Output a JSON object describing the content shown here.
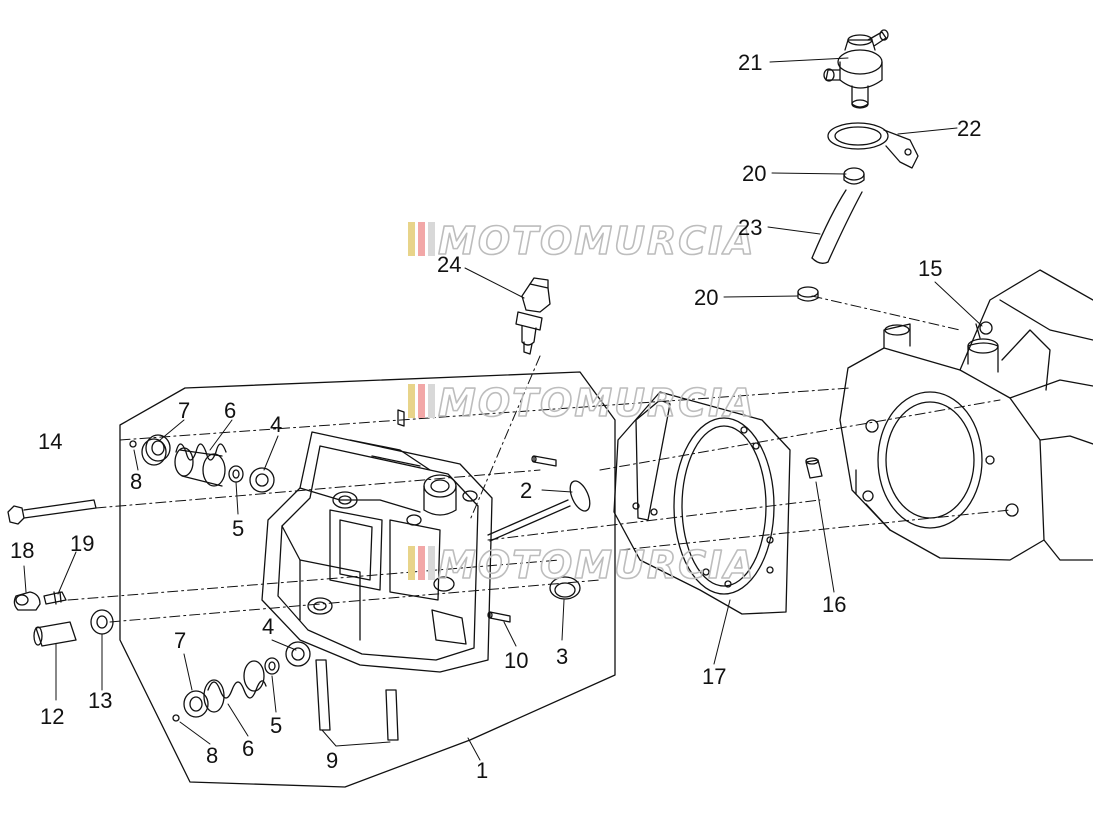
{
  "watermark": {
    "text": "MOTOMURCIA",
    "stripe_colors": [
      "#e8d48a",
      "#f2a7a7",
      "#d8d8d8"
    ]
  },
  "colors": {
    "line": "#111111",
    "watermark_outline": "#bdbdbd"
  },
  "callouts": [
    {
      "label": "21"
    },
    {
      "label": "22"
    },
    {
      "label": "20"
    },
    {
      "label": "23"
    },
    {
      "label": "20"
    },
    {
      "label": "24"
    },
    {
      "label": "15"
    },
    {
      "label": "14"
    },
    {
      "label": "7"
    },
    {
      "label": "6"
    },
    {
      "label": "4"
    },
    {
      "label": "8"
    },
    {
      "label": "5"
    },
    {
      "label": "2"
    },
    {
      "label": "18"
    },
    {
      "label": "19"
    },
    {
      "label": "16"
    },
    {
      "label": "12"
    },
    {
      "label": "13"
    },
    {
      "label": "7"
    },
    {
      "label": "4"
    },
    {
      "label": "10"
    },
    {
      "label": "3"
    },
    {
      "label": "17"
    },
    {
      "label": "5"
    },
    {
      "label": "6"
    },
    {
      "label": "8"
    },
    {
      "label": "9"
    },
    {
      "label": "1"
    }
  ]
}
